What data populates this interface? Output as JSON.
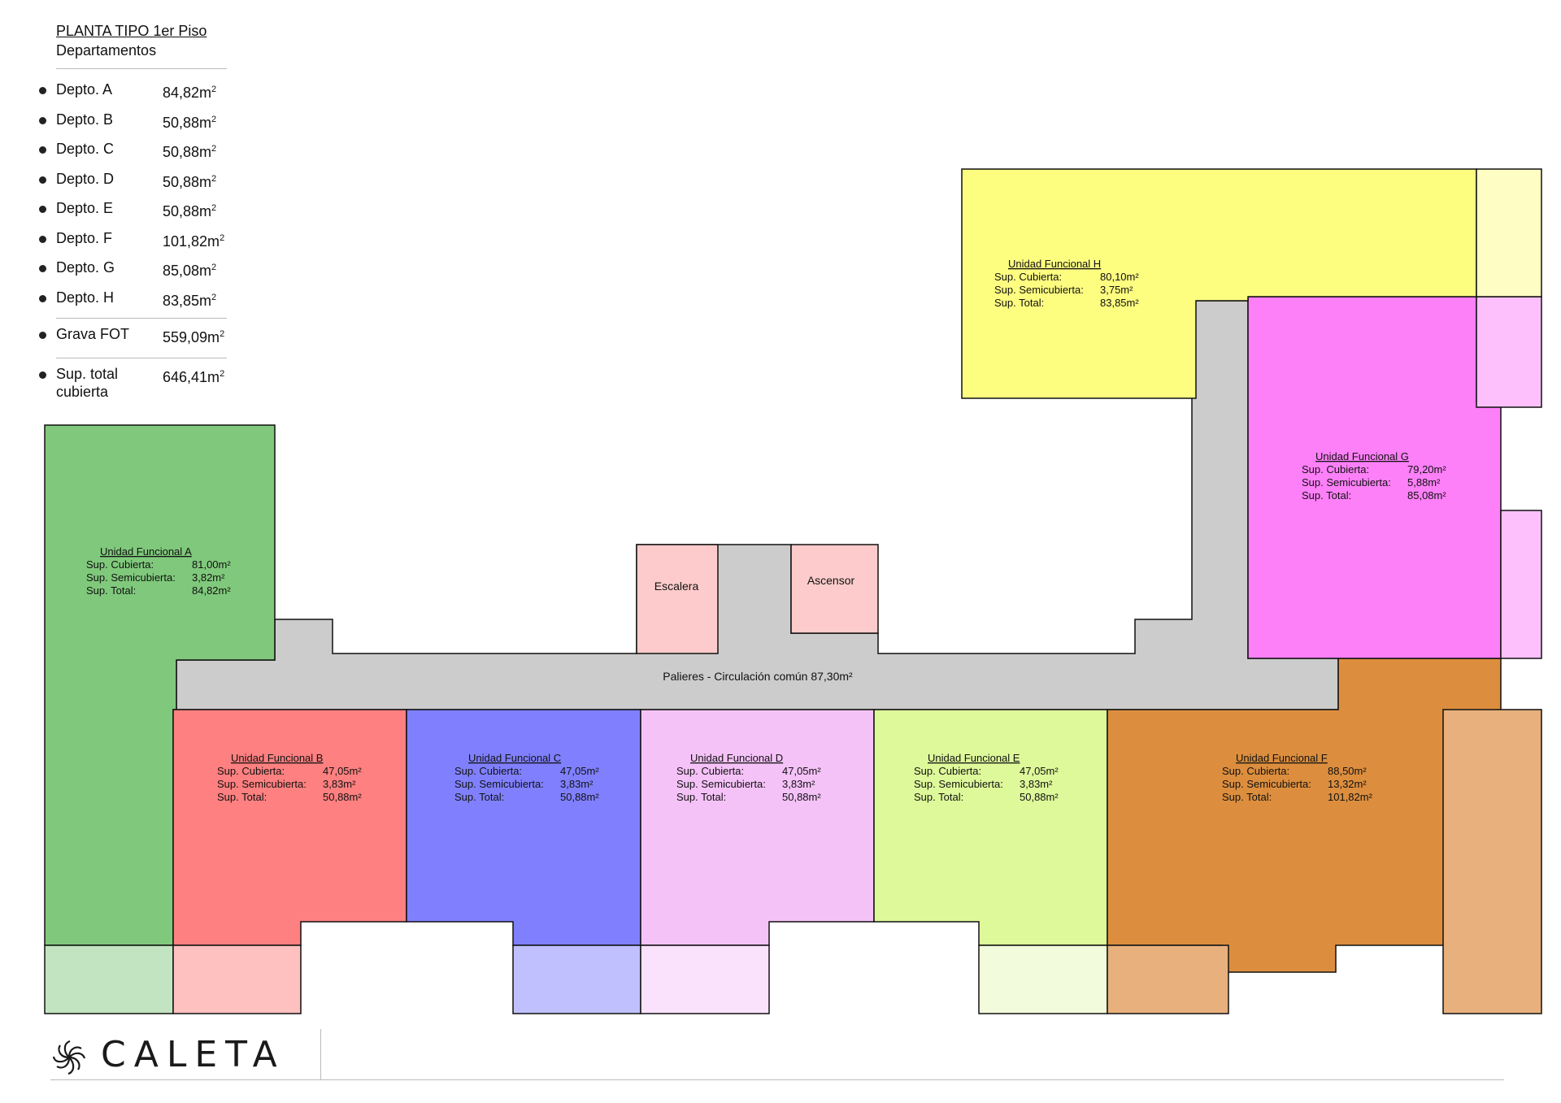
{
  "legend": {
    "title": "PLANTA TIPO 1er Piso",
    "subtitle": "Departamentos",
    "items": [
      {
        "label": "Depto. A",
        "value": "84,82m",
        "unit_exp": "2"
      },
      {
        "label": "Depto. B",
        "value": "50,88m",
        "unit_exp": "2"
      },
      {
        "label": "Depto. C",
        "value": "50,88m",
        "unit_exp": "2"
      },
      {
        "label": "Depto. D",
        "value": "50,88m",
        "unit_exp": "2"
      },
      {
        "label": "Depto. E",
        "value": "50,88m",
        "unit_exp": "2"
      },
      {
        "label": "Depto. F",
        "value": "101,82m",
        "unit_exp": "2"
      },
      {
        "label": "Depto. G",
        "value": "85,08m",
        "unit_exp": "2"
      },
      {
        "label": "Depto. H",
        "value": "83,85m",
        "unit_exp": "2"
      }
    ],
    "grava": {
      "label": "Grava FOT",
      "value": "559,09m",
      "unit_exp": "2"
    },
    "total": {
      "label": "Sup. total cubierta",
      "value": "646,41m",
      "unit_exp": "2"
    }
  },
  "units": {
    "A": {
      "title": "Unidad Funcional A",
      "cubierta_label": "Sup. Cubierta:",
      "cubierta": "81,00m²",
      "semi_label": "Sup. Semicubierta:",
      "semi": "3,82m²",
      "total_label": "Sup. Total:",
      "total": "84,82m²",
      "color": "#80c97c",
      "semi_color": "#c2e4c0"
    },
    "B": {
      "title": "Unidad Funcional B",
      "cubierta_label": "Sup. Cubierta:",
      "cubierta": "47,05m²",
      "semi_label": "Sup. Semicubierta:",
      "semi": "3,83m²",
      "total_label": "Sup. Total:",
      "total": "50,88m²",
      "color": "#ff8080",
      "semi_color": "#ffc0c0"
    },
    "C": {
      "title": "Unidad Funcional C",
      "cubierta_label": "Sup. Cubierta:",
      "cubierta": "47,05m²",
      "semi_label": "Sup. Semicubierta:",
      "semi": "3,83m²",
      "total_label": "Sup. Total:",
      "total": "50,88m²",
      "color": "#8080ff",
      "semi_color": "#c0c0ff"
    },
    "D": {
      "title": "Unidad Funcional D",
      "cubierta_label": "Sup. Cubierta:",
      "cubierta": "47,05m²",
      "semi_label": "Sup. Semicubierta:",
      "semi": "3,83m²",
      "total_label": "Sup. Total:",
      "total": "50,88m²",
      "color": "#f5c2f8",
      "semi_color": "#fae2fc"
    },
    "E": {
      "title": "Unidad Funcional E",
      "cubierta_label": "Sup. Cubierta:",
      "cubierta": "47,05m²",
      "semi_label": "Sup. Semicubierta:",
      "semi": "3,83m²",
      "total_label": "Sup. Total:",
      "total": "50,88m²",
      "color": "#def99a",
      "semi_color": "#f2fcdc"
    },
    "F": {
      "title": "Unidad Funcional F",
      "cubierta_label": "Sup. Cubierta:",
      "cubierta": "88,50m²",
      "semi_label": "Sup. Semicubierta:",
      "semi": "13,32m²",
      "total_label": "Sup. Total:",
      "total": "101,82m²",
      "color": "#dc8e3e",
      "semi_color": "#e8b07c"
    },
    "G": {
      "title": "Unidad Funcional G",
      "cubierta_label": "Sup. Cubierta:",
      "cubierta": "79,20m²",
      "semi_label": "Sup. Semicubierta:",
      "semi": "5,88m²",
      "total_label": "Sup. Total:",
      "total": "85,08m²",
      "color": "#fd80f8",
      "semi_color": "#fdc0fc"
    },
    "H": {
      "title": "Unidad Funcional H",
      "cubierta_label": "Sup. Cubierta:",
      "cubierta": "80,10m²",
      "semi_label": "Sup. Semicubierta:",
      "semi": "3,75m²",
      "total_label": "Sup. Total:",
      "total": "83,85m²",
      "color": "#fdfd80",
      "semi_color": "#fefec4"
    }
  },
  "common": {
    "circulacion": "Palieres - Circulación común 87,30m²",
    "escalera": "Escalera",
    "ascensor": "Ascensor",
    "color": "#cccccc",
    "core_color": "#fdcbcb"
  },
  "brand": {
    "name": "CALETA"
  }
}
